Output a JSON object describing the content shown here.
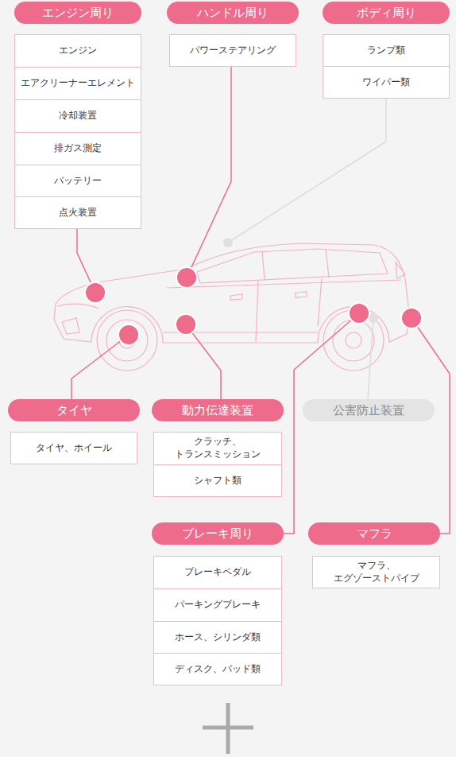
{
  "diagram": {
    "nodes": [
      {
        "text": [
          "エンジン周り"
        ]
      },
      {
        "text": [
          "エンジン"
        ]
      },
      {
        "text": [
          "エアクリーナーエレメント"
        ]
      },
      {
        "text": [
          "冷却装置"
        ]
      },
      {
        "text": [
          "排ガス測定"
        ]
      },
      {
        "text": [
          "バッテリー"
        ]
      },
      {
        "text": [
          "点火装置"
        ]
      },
      {
        "text": [
          "ハンドル周り"
        ]
      },
      {
        "text": [
          "パワーステアリング"
        ]
      },
      {
        "text": [
          "ボディ周り"
        ]
      },
      {
        "text": [
          "ランプ類"
        ]
      },
      {
        "text": [
          "ワイパー類"
        ]
      },
      {
        "text": [
          "タイヤ"
        ]
      },
      {
        "text": [
          "タイヤ、ホイール"
        ]
      },
      {
        "text": [
          "動力伝達装置"
        ]
      },
      {
        "text": [
          "クラッチ、 トランスミッション"
        ]
      },
      {
        "text": [
          "シャフト類"
        ]
      },
      {
        "text": [
          "公害防止装置"
        ]
      },
      {
        "text": [
          "ブレーキ周り"
        ]
      },
      {
        "text": [
          "ブレーキペダル"
        ]
      },
      {
        "text": [
          "パーキングブレーキ"
        ]
      },
      {
        "text": [
          "ホース、シリンダ類"
        ]
      },
      {
        "text": [
          "ディスク、パッド類"
        ]
      },
      {
        "text": [
          "マフラ"
        ]
      },
      {
        "text": [
          "マフラ、 エグゾーストパイプ"
        ]
      }
    ]
  }
}
